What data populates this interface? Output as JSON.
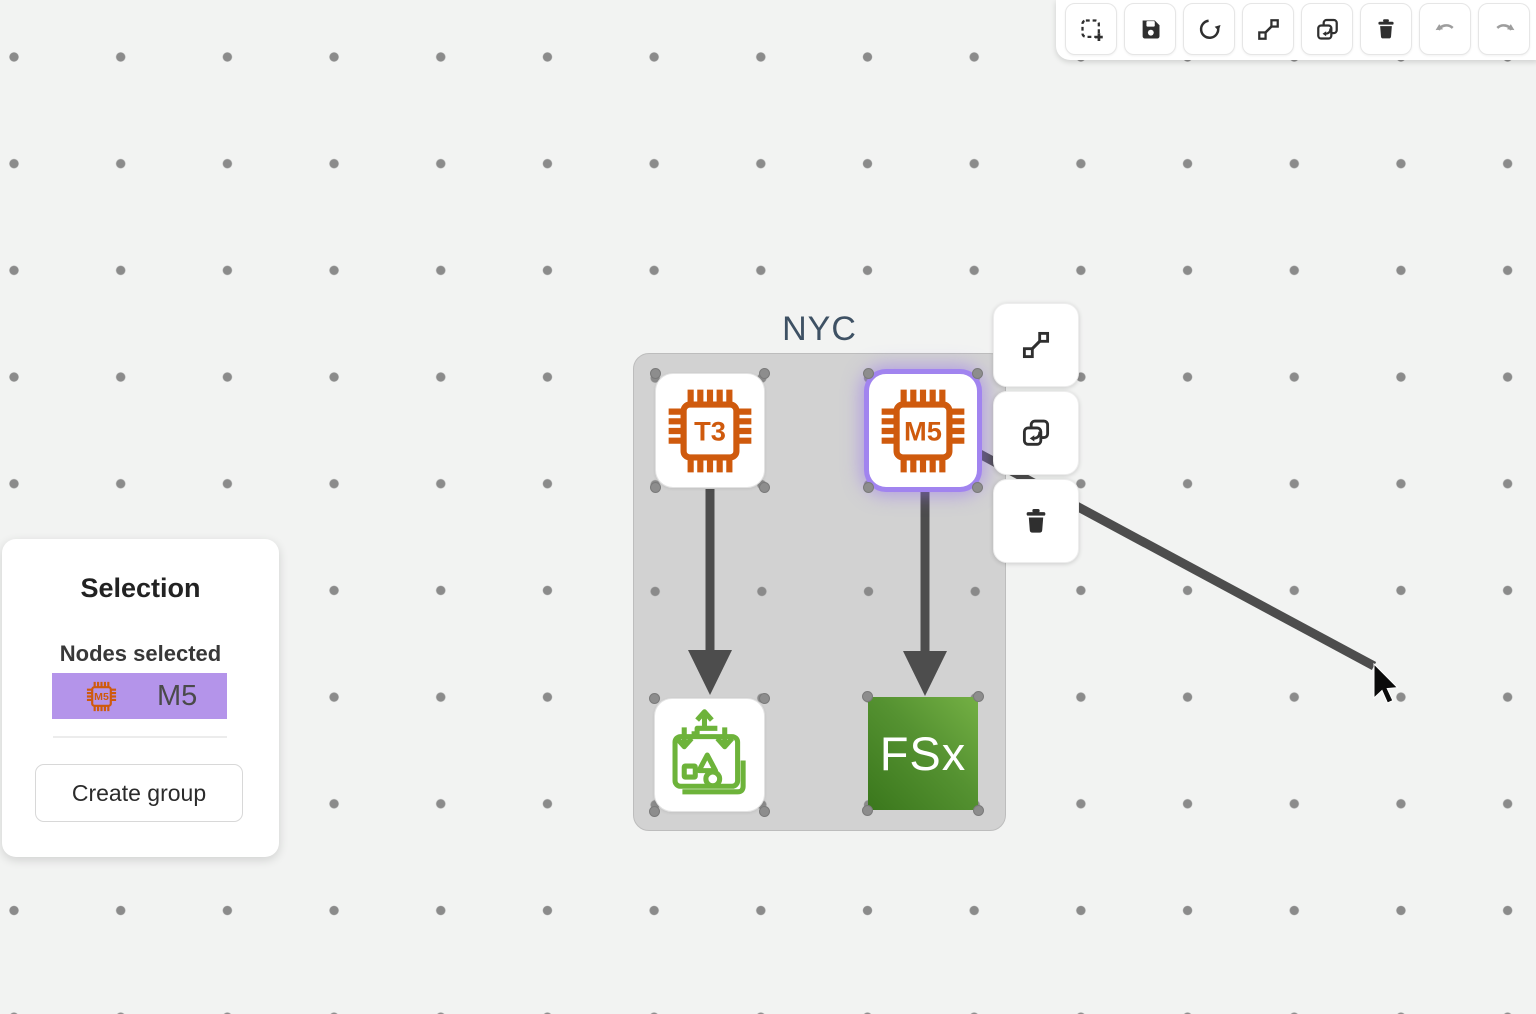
{
  "app": {
    "description": "diagram editor canvas with dotted grid"
  },
  "toolbar": {
    "buttons": [
      {
        "icon": "marquee-select-icon",
        "disabled": false
      },
      {
        "icon": "save-icon",
        "disabled": false
      },
      {
        "icon": "refresh-icon",
        "disabled": false
      },
      {
        "icon": "add-edge-icon",
        "disabled": false
      },
      {
        "icon": "duplicate-icon",
        "disabled": false
      },
      {
        "icon": "delete-icon",
        "disabled": false
      },
      {
        "icon": "undo-icon",
        "disabled": true
      },
      {
        "icon": "redo-icon",
        "disabled": true
      }
    ]
  },
  "canvas": {
    "group": {
      "label": "NYC"
    },
    "nodes": [
      {
        "id": "t3",
        "label": "T3",
        "type": "ec2-instance-chip",
        "icon": "chip-icon",
        "selected": false
      },
      {
        "id": "m5",
        "label": "M5",
        "type": "ec2-instance-chip",
        "icon": "chip-icon",
        "selected": true
      },
      {
        "id": "service-catalog",
        "label": "",
        "type": "green-service",
        "icon": "service-catalog-icon",
        "selected": false
      },
      {
        "id": "fsx",
        "label": "FSx",
        "type": "storage",
        "icon": "fsx-icon",
        "selected": false
      }
    ],
    "edges": [
      {
        "from": "t3",
        "to": "service-catalog",
        "arrow": true
      },
      {
        "from": "m5",
        "to": "fsx",
        "arrow": true
      },
      {
        "from": "m5",
        "to": "cursor",
        "arrow": false,
        "state": "dragging"
      }
    ]
  },
  "node_menu": {
    "buttons": [
      {
        "icon": "add-edge-icon"
      },
      {
        "icon": "duplicate-icon"
      },
      {
        "icon": "delete-icon"
      }
    ]
  },
  "selection_panel": {
    "title": "Selection",
    "subtitle": "Nodes selected",
    "selected_nodes": [
      {
        "label": "M5",
        "icon": "chip-icon"
      }
    ],
    "create_group_label": "Create group"
  },
  "colors": {
    "canvas_bg": "#f2f3f2",
    "grid_dot": "#8b8b8b",
    "group_bg": "#d2d2d2",
    "group_label": "#3e5164",
    "chip_orange": "#cf5a0d",
    "selection_purple": "#b494ea",
    "selection_glow": "#a184ef",
    "green_stroke": "#6db33a",
    "fsx_gradient_light": "#74b044",
    "fsx_gradient_dark": "#3a771c",
    "edge": "#4d4d4d"
  }
}
